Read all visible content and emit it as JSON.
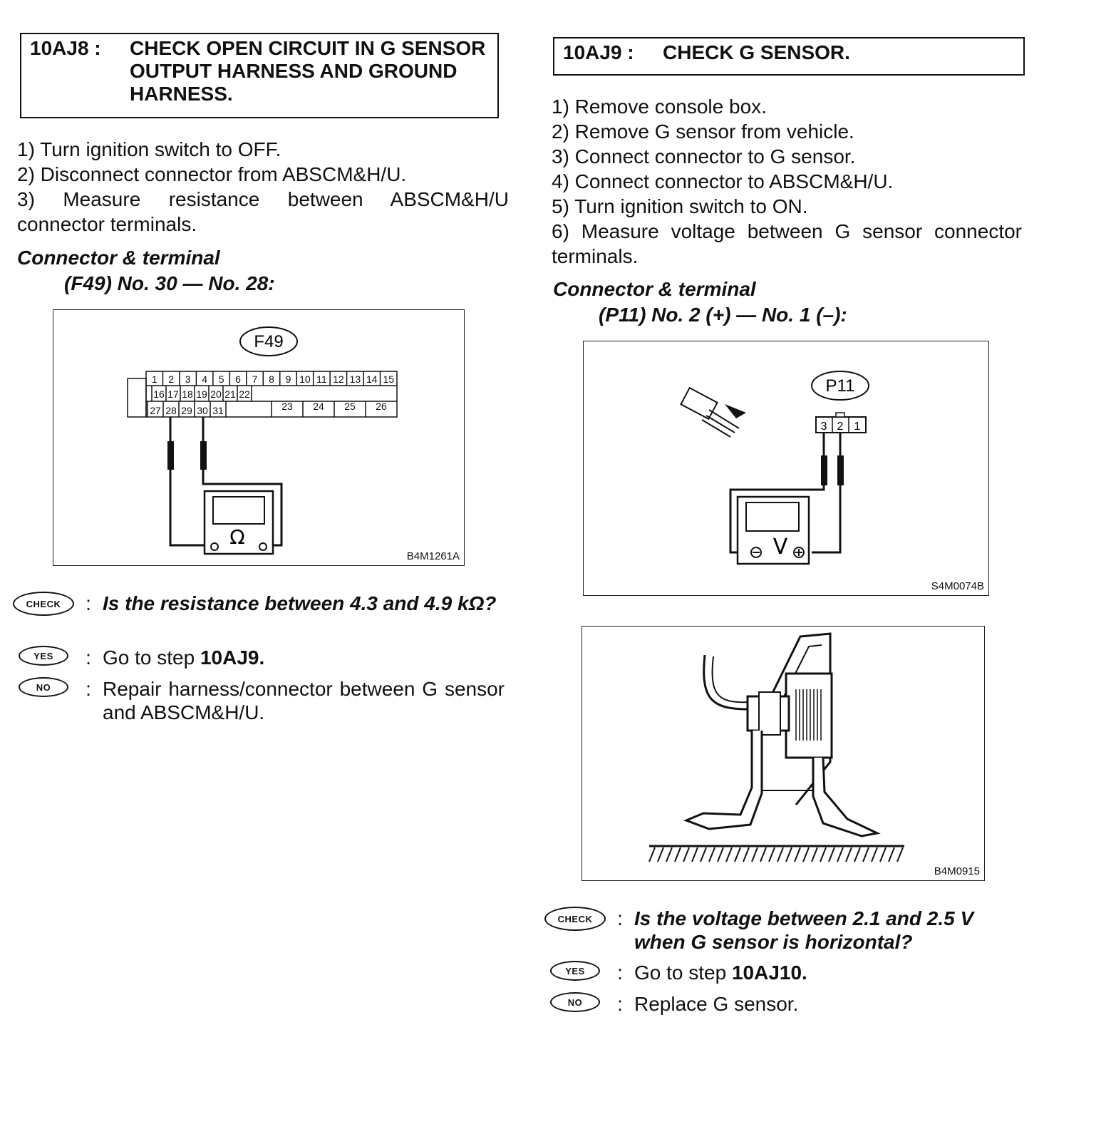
{
  "left": {
    "step_code": "10AJ8 :",
    "step_title": "CHECK OPEN CIRCUIT IN G SENSOR OUTPUT HARNESS AND GROUND HARNESS.",
    "instructions": [
      "1) Turn ignition switch to OFF.",
      "2) Disconnect connector from ABSCM&H/U.",
      "3) Measure resistance between ABSCM&H/U connector terminals."
    ],
    "term_label": "Connector & terminal",
    "term_value": "(F49) No. 30 — No. 28:",
    "figure": {
      "connector": "F49",
      "code": "B4M1261A",
      "meter_symbol": "Ω",
      "row1": [
        "1",
        "2",
        "3",
        "4",
        "5",
        "6",
        "7",
        "8",
        "9",
        "10",
        "11",
        "12",
        "13",
        "14",
        "15"
      ],
      "row2": [
        "16",
        "17",
        "18",
        "19",
        "20",
        "21",
        "22"
      ],
      "row2_wide": [
        "23",
        "24",
        "25",
        "26"
      ],
      "row3": [
        "27",
        "28",
        "29",
        "30",
        "31"
      ]
    },
    "check_badge": "CHECK",
    "check_question": "Is the resistance between 4.3 and 4.9 kΩ?",
    "yes_badge": "YES",
    "yes_prefix": "Go to step ",
    "yes_step": "10AJ9.",
    "no_badge": "NO",
    "no_text": "Repair harness/connector between G sensor and ABSCM&H/U."
  },
  "right": {
    "step_code": "10AJ9 :",
    "step_title": "CHECK G SENSOR.",
    "instructions": [
      "1) Remove console box.",
      "2) Remove G sensor from vehicle.",
      "3) Connect connector to G sensor.",
      "4) Connect connector to ABSCM&H/U.",
      "5) Turn ignition switch to ON.",
      "6) Measure voltage between G sensor connector terminals."
    ],
    "term_label": "Connector & terminal",
    "term_value": "(P11) No. 2 (+) — No. 1 (–):",
    "figure1": {
      "connector": "P11",
      "code": "S4M0074B",
      "meter_symbol": "V",
      "pins": [
        "3",
        "2",
        "1"
      ]
    },
    "figure2": {
      "code": "B4M0915"
    },
    "check_badge": "CHECK",
    "check_question": "Is the voltage between 2.1 and 2.5 V when G sensor is horizontal?",
    "yes_badge": "YES",
    "yes_prefix": "Go to step ",
    "yes_step": "10AJ10.",
    "no_badge": "NO",
    "no_text": "Replace G sensor."
  }
}
